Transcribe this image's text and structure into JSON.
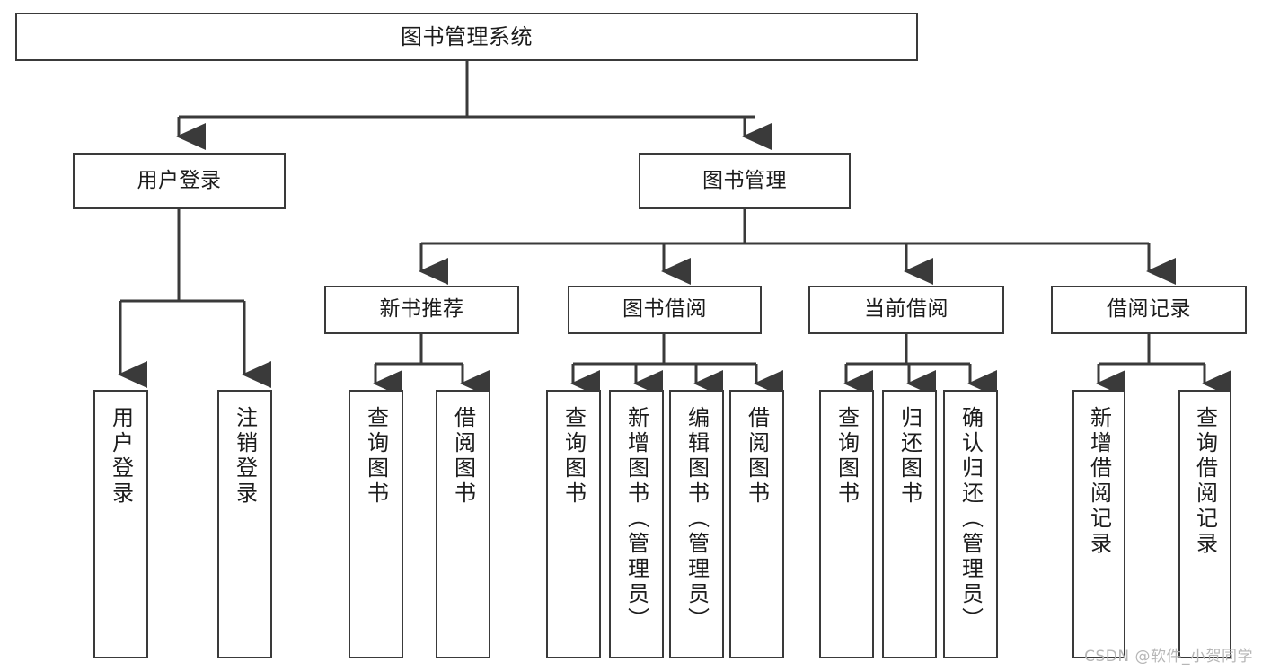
{
  "diagram": {
    "type": "tree-hierarchy",
    "title": "图书管理系统",
    "root": {
      "id": "root",
      "label": "图书管理系统"
    },
    "level2": [
      {
        "id": "user-login",
        "label": "用户登录"
      },
      {
        "id": "book-management",
        "label": "图书管理"
      }
    ],
    "level3": [
      {
        "id": "new-book-recommend",
        "label": "新书推荐",
        "parent": "book-management"
      },
      {
        "id": "book-borrow",
        "label": "图书借阅",
        "parent": "book-management"
      },
      {
        "id": "current-borrow",
        "label": "当前借阅",
        "parent": "book-management"
      },
      {
        "id": "borrow-record",
        "label": "借阅记录",
        "parent": "book-management"
      }
    ],
    "leaves": [
      {
        "id": "leaf-user-login",
        "label": "用户登录",
        "parent": "user-login"
      },
      {
        "id": "leaf-logout-login",
        "label": "注销登录",
        "parent": "user-login"
      },
      {
        "id": "leaf-query-book-1",
        "label": "查询图书",
        "parent": "new-book-recommend"
      },
      {
        "id": "leaf-borrow-book-1",
        "label": "借阅图书",
        "parent": "new-book-recommend"
      },
      {
        "id": "leaf-query-book-2",
        "label": "查询图书",
        "parent": "book-borrow"
      },
      {
        "id": "leaf-add-book",
        "label": "新增图书（管理员）",
        "parent": "book-borrow"
      },
      {
        "id": "leaf-edit-book",
        "label": "编辑图书（管理员）",
        "parent": "book-borrow"
      },
      {
        "id": "leaf-borrow-book-2",
        "label": "借阅图书",
        "parent": "book-borrow"
      },
      {
        "id": "leaf-query-book-3",
        "label": "查询图书",
        "parent": "current-borrow"
      },
      {
        "id": "leaf-return-book",
        "label": "归还图书",
        "parent": "current-borrow"
      },
      {
        "id": "leaf-confirm-return",
        "label": "确认归还（管理员）",
        "parent": "current-borrow"
      },
      {
        "id": "leaf-add-record",
        "label": "新增借阅记录",
        "parent": "borrow-record"
      },
      {
        "id": "leaf-query-record",
        "label": "查询借阅记录",
        "parent": "borrow-record"
      }
    ],
    "watermark": "CSDN @软件_小贺同学",
    "colors": {
      "stroke": "#3a3a3a",
      "fill": "#ffffff",
      "text": "#1c1c1c",
      "watermark": "#b6b6b6"
    }
  }
}
